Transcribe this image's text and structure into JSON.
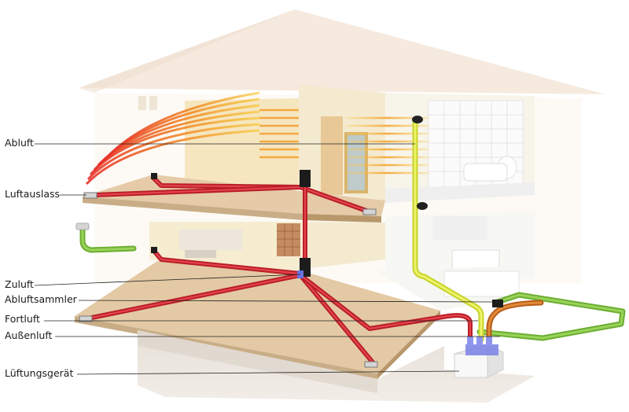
{
  "labels": {
    "abluft": "Abluft",
    "luftauslass": "Luftauslass",
    "zuluft": "Zuluft",
    "abluftsammler": "Abluftsammler",
    "fortluft": "Fortluft",
    "aussenluft": "Außenluft",
    "lueftungsgeraet": "Lüftungsgerät"
  },
  "colors": {
    "duct_red": "#d42a34",
    "duct_green": "#79bf3a",
    "duct_yellow": "#d9e83c",
    "duct_orange": "#c7651e",
    "floor_wood": "#e3caa4",
    "wall_cream": "#f3ebc8",
    "roof": "#f2e3d4",
    "heat_orange": "#f4a020",
    "unit_blue": "#7f86e6",
    "leader": "#222222"
  }
}
